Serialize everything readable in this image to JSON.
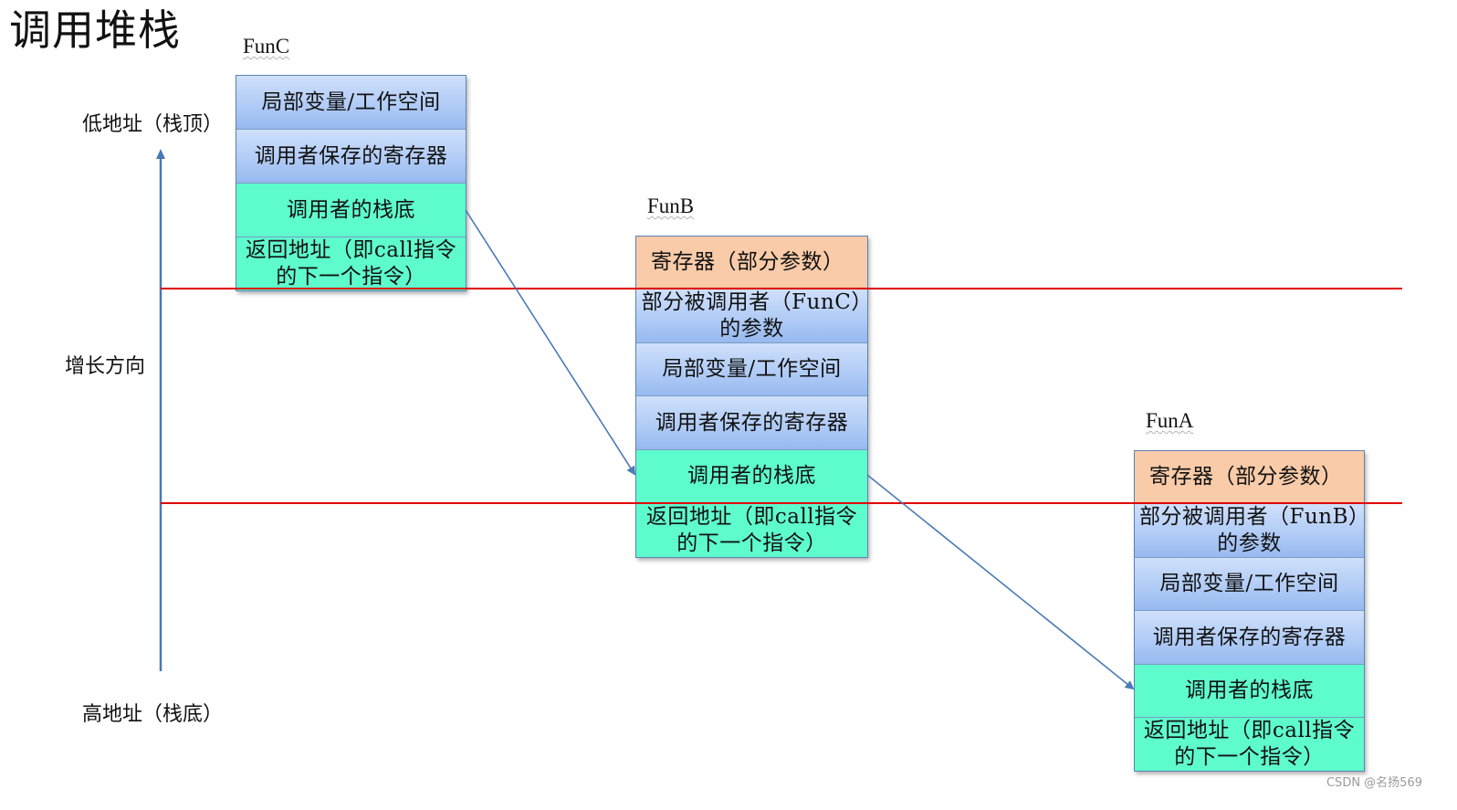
{
  "title": "调用堆栈",
  "axis": {
    "low_address": "低地址（栈顶）",
    "growth_direction": "增长方向",
    "high_address": "高地址（栈底）"
  },
  "frames": {
    "funC": {
      "label": "FunC",
      "cells": [
        "局部变量/工作空间",
        "调用者保存的寄存器",
        "调用者的栈底",
        "返回地址（即call指令的下一个指令）"
      ]
    },
    "funB": {
      "label": "FunB",
      "cells": [
        "寄存器（部分参数）",
        "部分被调用者（FunC）的参数",
        "局部变量/工作空间",
        "调用者保存的寄存器",
        "调用者的栈底",
        "返回地址（即call指令的下一个指令）"
      ]
    },
    "funA": {
      "label": "FunA",
      "cells": [
        "寄存器（部分参数）",
        "部分被调用者（FunB）的参数",
        "局部变量/工作空间",
        "调用者保存的寄存器",
        "调用者的栈底",
        "返回地址（即call指令的下一个指令）"
      ]
    }
  },
  "colors": {
    "axis": "#4a78b5",
    "frame_boundary": "#e00000",
    "link_arrow": "#4a7bb7",
    "blue_cell": "#b1ccf6",
    "green_cell": "#5efbcd",
    "orange_cell": "#f9cba9"
  },
  "watermark": "CSDN @名扬569"
}
